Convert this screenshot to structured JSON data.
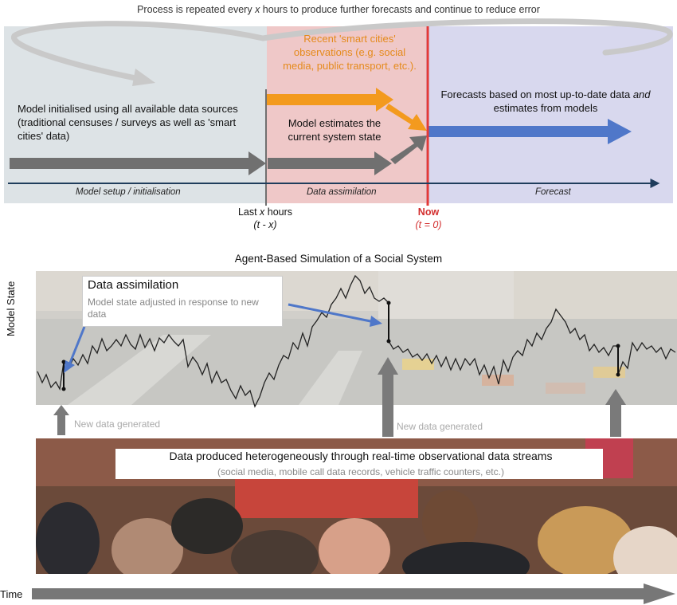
{
  "top": {
    "caption_pre": "Process is repeated every ",
    "caption_var": "x",
    "caption_post": " hours to produce further forecasts and continue to reduce error",
    "init_text": "Model initialised using all available data sources (traditional censuses / surveys as well as 'smart cities' data)",
    "smart_text": "Recent 'smart cities' observations (e.g. social media, public transport, etc.).",
    "estimates_text": "Model estimates the current system state",
    "forecast_pre": "Forecasts based on most up-to-date data ",
    "forecast_italic": "and",
    "forecast_post": " estimates from models",
    "phase_setup": "Model setup / initialisation",
    "phase_assim": "Data assimilation",
    "phase_forecast": "Forecast",
    "last_pre": "Last ",
    "last_var": "x",
    "last_post": " hours",
    "last_formula": "(t - x)",
    "now_label": "Now",
    "now_formula": "(t = 0)",
    "colors": {
      "setup_bg": "#dde3e6",
      "assim_bg": "#efc8c8",
      "forecast_bg": "#d8d8ee",
      "orange": "#f39a1e",
      "blue": "#4f77c9",
      "red": "#e53935",
      "axis": "#1f3d5c",
      "grey_arrow": "#707070"
    }
  },
  "bottom": {
    "title": "Agent-Based Simulation of a Social System",
    "y_label": "Model State",
    "callout_title": "Data assimilation",
    "callout_body": "Model state adjusted in response to new data",
    "new_data_1": "New data generated",
    "new_data_2": "New data generated",
    "streams_title": "Data produced heterogeneously through real-time observational data streams",
    "streams_sub": "(social media, mobile call data records, vehicle traffic counters, etc.)",
    "time_label": "Time"
  }
}
